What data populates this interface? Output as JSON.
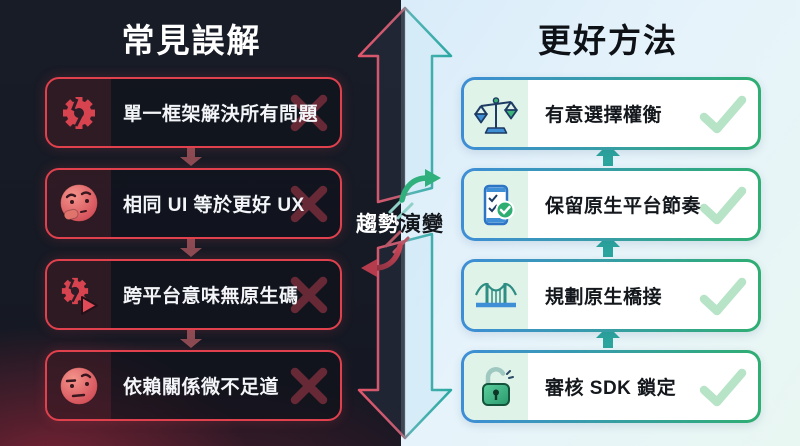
{
  "left_panel": {
    "title": "常見誤解",
    "items": [
      {
        "label": "單一框架解決所有問題",
        "icon": "broken-gear-icon",
        "mark": "cross"
      },
      {
        "label": "相同 UI 等於更好 UX",
        "icon": "thinking-face-icon",
        "mark": "cross"
      },
      {
        "label": "跨平台意味無原生碼",
        "icon": "gear-warning-icon",
        "mark": "cross"
      },
      {
        "label": "依賴關係微不足道",
        "icon": "skeptical-face-icon",
        "mark": "cross"
      }
    ]
  },
  "right_panel": {
    "title": "更好方法",
    "items": [
      {
        "label": "有意選擇權衡",
        "icon": "balance-scale-icon",
        "mark": "check"
      },
      {
        "label": "保留原生平台節奏",
        "icon": "phone-checklist-icon",
        "mark": "check"
      },
      {
        "label": "規劃原生橋接",
        "icon": "bridge-icon",
        "mark": "check"
      },
      {
        "label": "審核 SDK 鎖定",
        "icon": "open-lock-icon",
        "mark": "check"
      }
    ]
  },
  "center": {
    "label": "趨勢演變"
  },
  "colors": {
    "misconception_accent": "#e0414d",
    "cross_mark": "#672936",
    "better_border_start": "#3e8ed6",
    "better_border_end": "#2fae72",
    "check_mark": "#b7e3c7",
    "up_arrow": "#2ba59e",
    "down_arrow": "#8a4b53",
    "dark_bg": "#161a24",
    "light_bg": "#e6f3fb"
  }
}
